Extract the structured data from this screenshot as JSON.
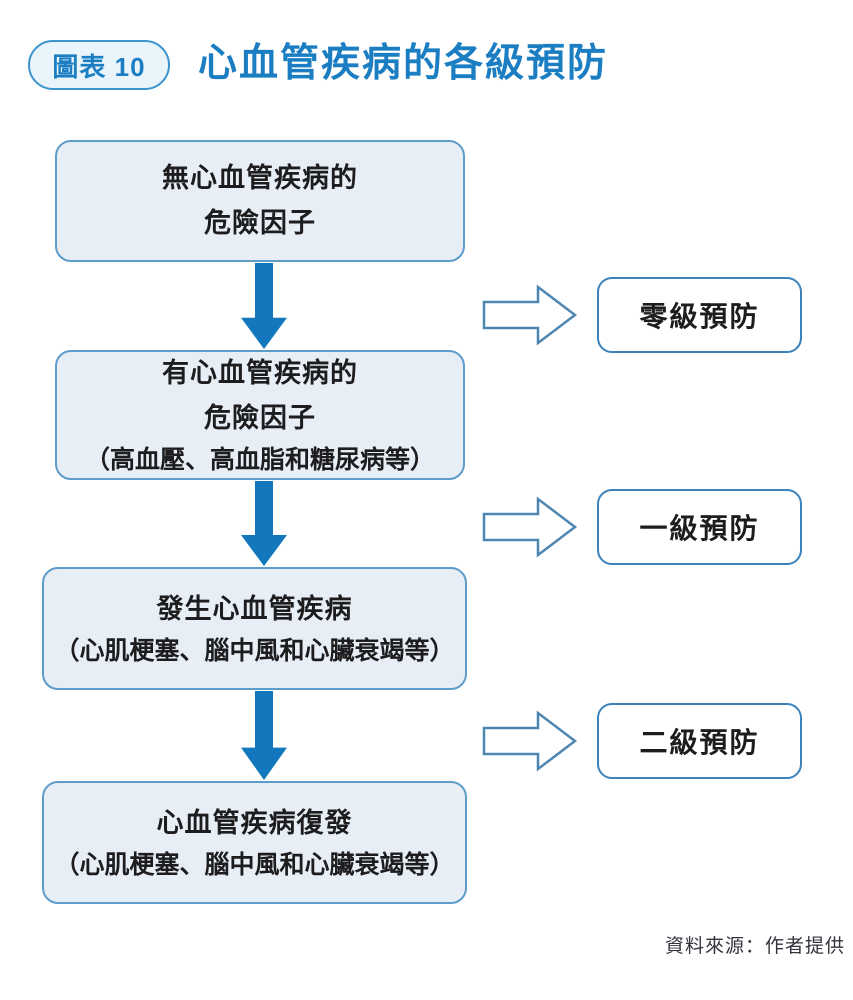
{
  "figure": {
    "badge": "圖表 10",
    "title": "心血管疾病的各級預防",
    "source": "資料來源：作者提供"
  },
  "palette": {
    "bg": "#ffffff",
    "title_blue": "#1b7ec2",
    "badge_border": "#3b94cc",
    "badge_fill": "#eaf4fb",
    "box_fill": "#e7eef6",
    "box_border": "#5e9cc9",
    "arrow_blue": "#1377bd",
    "outline_stroke": "#4e86b2",
    "side_border": "#3c82bb",
    "text_dark": "#1d1d1f",
    "source_gray": "#33333d"
  },
  "flow_boxes": [
    {
      "line1": "無心血管疾病的",
      "line2": "危險因子",
      "note": ""
    },
    {
      "line1": "有心血管疾病的",
      "line2": "危險因子",
      "note": "（高血壓、高血脂和糖尿病等）"
    },
    {
      "line1": "發生心血管疾病",
      "line2": "",
      "note": "（心肌梗塞、腦中風和心臟衰竭等）"
    },
    {
      "line1": "心血管疾病復發",
      "line2": "",
      "note": "（心肌梗塞、腦中風和心臟衰竭等）"
    }
  ],
  "prevention_labels": [
    {
      "label": "零級預防"
    },
    {
      "label": "一級預防"
    },
    {
      "label": "二級預防"
    }
  ]
}
